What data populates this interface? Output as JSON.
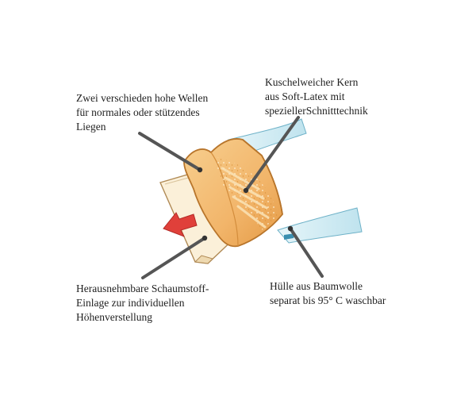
{
  "labels": {
    "waves": {
      "lines": [
        "Zwei verschieden hohe Wellen",
        "für normales oder stützendes",
        "Liegen"
      ]
    },
    "core": {
      "lines": [
        "Kuschelweicher Kern",
        "aus Soft-Latex mit",
        "speziellerSchnitttechnik"
      ]
    },
    "insert": {
      "lines": [
        "Herausnehmbare Schaumstoff-",
        "Einlage zur individuellen",
        "Höhenverstellung"
      ]
    },
    "cover": {
      "lines": [
        "Hülle aus Baumwolle",
        "separat bis 95° C waschbar"
      ]
    }
  },
  "colors": {
    "pointer": "#555555",
    "arrow": "#e0403a",
    "latex_core": "#f2b56a",
    "latex_edge": "#c98431",
    "cover": "#cfeaf2",
    "insert": "#fbf0d9"
  }
}
